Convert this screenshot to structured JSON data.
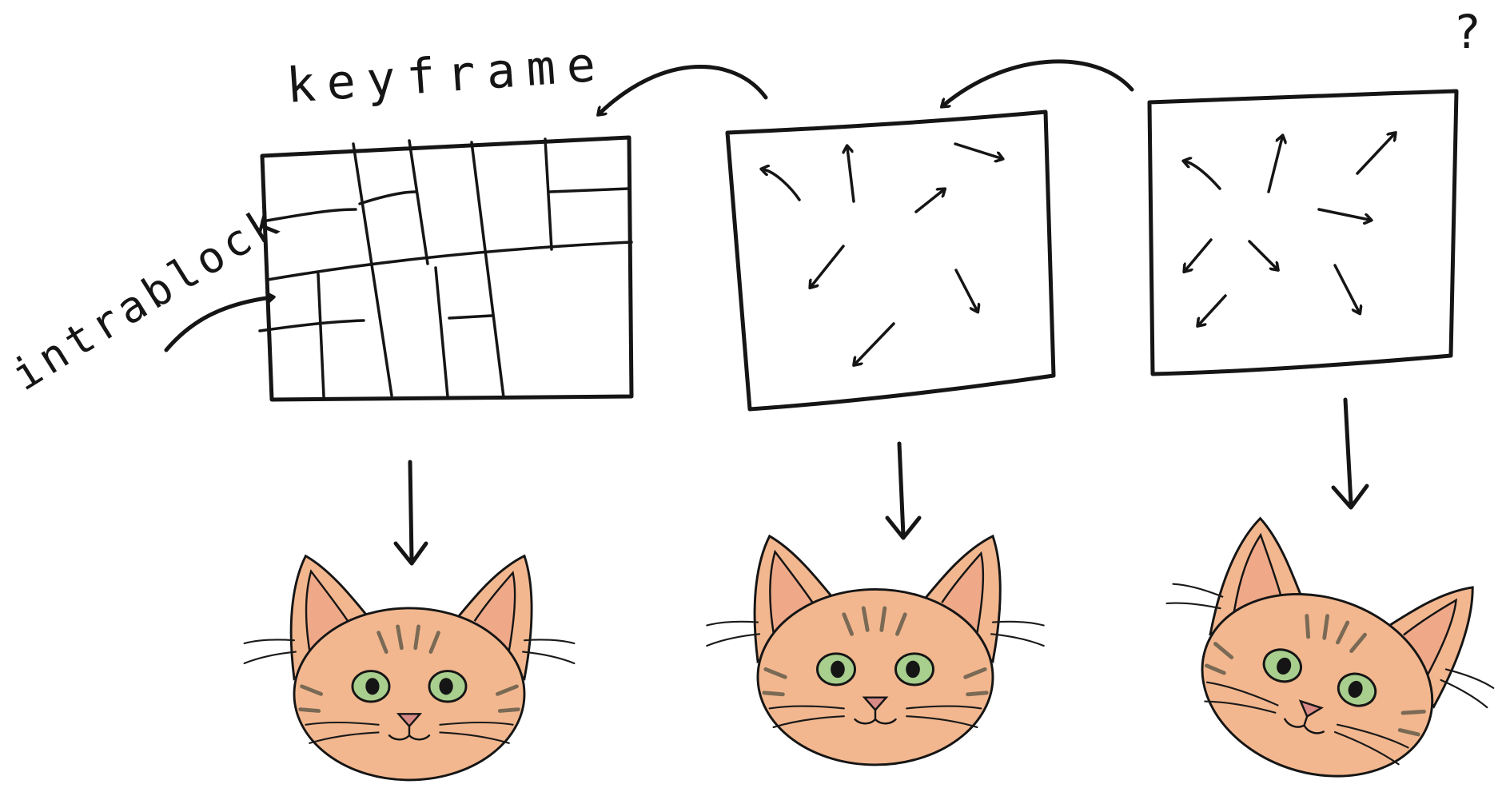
{
  "labels": {
    "keyframe": "keyframe",
    "intrablock": "intrablock",
    "unknown_marker": "?"
  },
  "colors": {
    "ink": "#151515",
    "cat_fur": "#f2b78f",
    "cat_inner_ear": "#efa988",
    "cat_eye": "#a9cf8f",
    "cat_nose": "#d88a86",
    "cat_stripe": "#7a6a55"
  },
  "frames": [
    {
      "kind": "keyframe-grid",
      "name": "frame-keyframe"
    },
    {
      "kind": "motion-vectors",
      "name": "frame-predicted-1"
    },
    {
      "kind": "motion-vectors",
      "name": "frame-predicted-2"
    }
  ],
  "icons": [
    "cat-face-icon",
    "arrow-down-icon",
    "curved-arrow-icon"
  ]
}
